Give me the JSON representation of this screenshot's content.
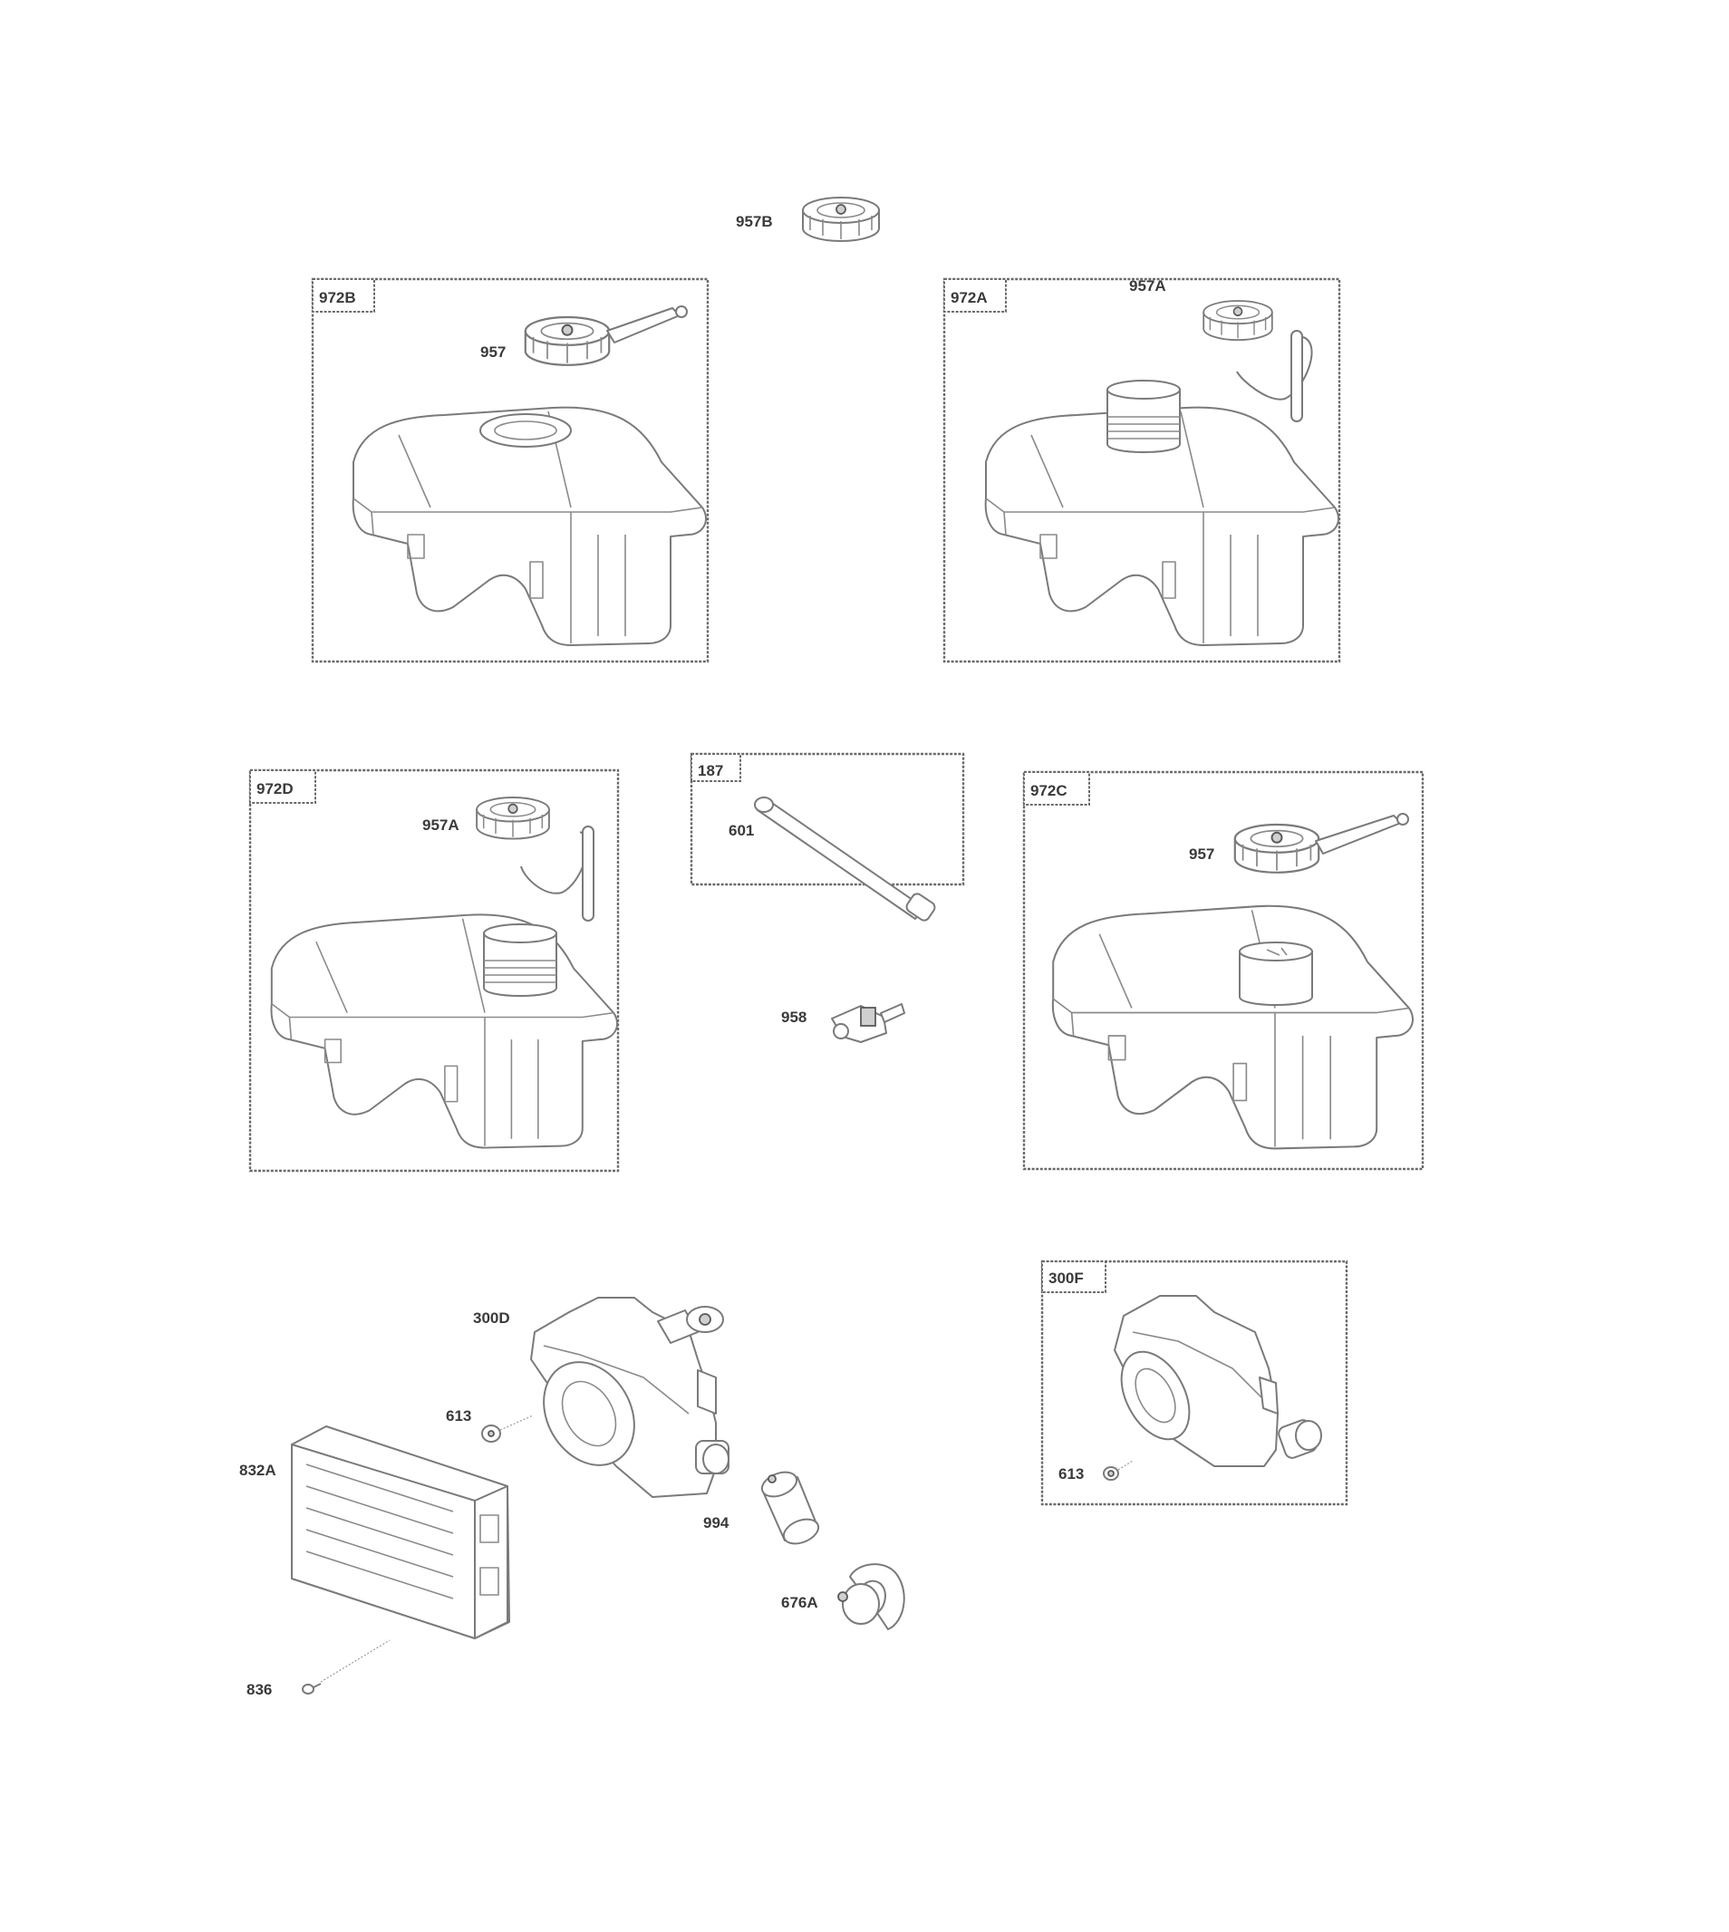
{
  "groups": {
    "g972B": "972B",
    "g972A": "972A",
    "g972D": "972D",
    "g187": "187",
    "g972C": "972C",
    "g300F": "300F"
  },
  "callouts": {
    "c957B": "957B",
    "c957_in_972B": "957",
    "c957A_in_972A": "957A",
    "c957A_in_972D": "957A",
    "c601": "601",
    "c957_in_972C": "957",
    "c958": "958",
    "c300D": "300D",
    "c613_left": "613",
    "c832A": "832A",
    "c994": "994",
    "c676A": "676A",
    "c836": "836",
    "c613_in_300F": "613"
  },
  "icons": {
    "fuel_cap": "fuel-cap-icon",
    "fuel_cap_with_tether": "fuel-cap-tether-icon",
    "fuel_tank": "fuel-tank-icon",
    "fuel_line": "fuel-line-icon",
    "shutoff_valve": "fuel-shutoff-valve-icon",
    "muffler": "muffler-icon",
    "guard": "muffler-guard-icon",
    "screw": "screw-icon",
    "deflector": "deflector-icon",
    "clamp": "clamp-icon"
  }
}
